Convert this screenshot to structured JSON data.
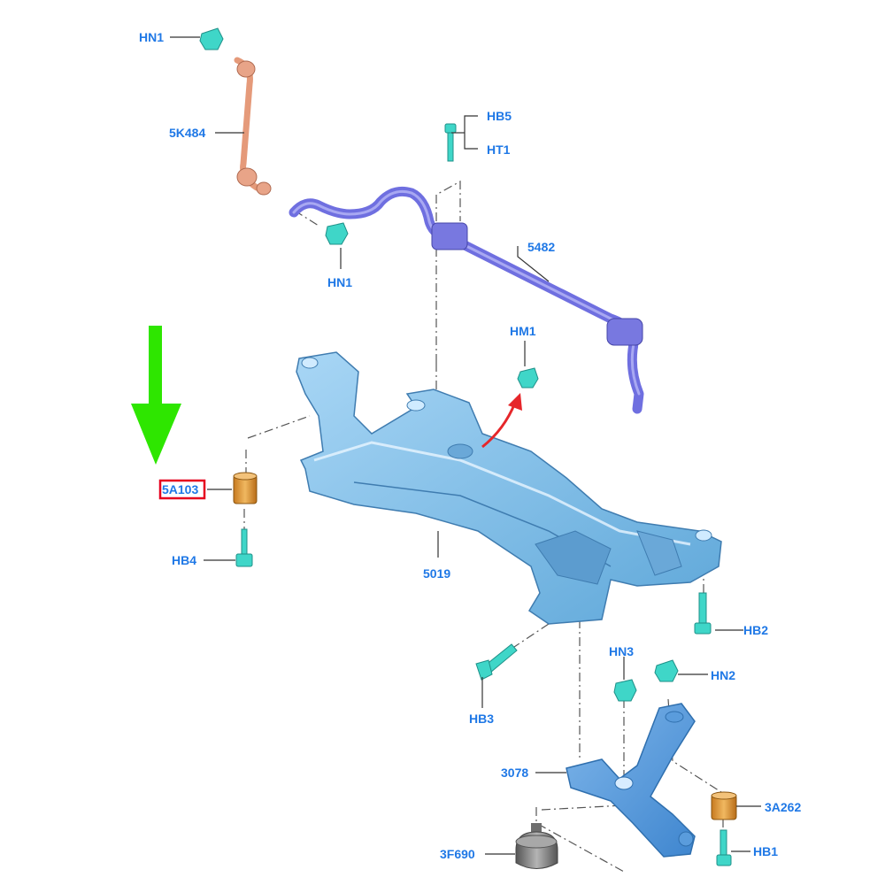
{
  "labels": {
    "hn1_top": "HN1",
    "link_5k484": "5K484",
    "hb5": "HB5",
    "ht1": "HT1",
    "bar_5482": "5482",
    "hn1_mid": "HN1",
    "hm1": "HM1",
    "bush_5a103": "5A103",
    "hb4": "HB4",
    "subframe_5019": "5019",
    "hb2": "HB2",
    "hn3": "HN3",
    "hn2": "HN2",
    "hb3": "HB3",
    "arm_3078": "3078",
    "bush_3a262": "3A262",
    "mount_3f690": "3F690",
    "hb1": "HB1"
  },
  "colors": {
    "label": "#1f78e6",
    "highlight_box": "#e6001e",
    "arrow_green": "#2ee600",
    "arrow_red": "#e6262a",
    "subframe": "#8fc6ee",
    "stabilizer": "#6f6fe0",
    "link": "#e59a7a",
    "fastener": "#3fd6c8",
    "bushing": "#e0a040",
    "mount": "#8c8c8c"
  }
}
